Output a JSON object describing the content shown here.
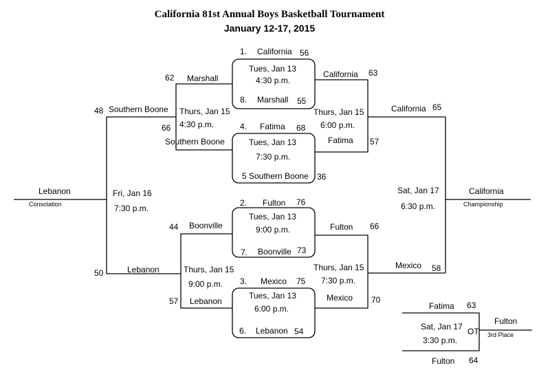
{
  "header": {
    "title": "California 81st Annual Boys Basketball Tournament",
    "dates": "January 12-17, 2015"
  },
  "first_round": [
    {
      "top_label": "1.",
      "top_team": "California",
      "top_score": "56",
      "day": "Tues, Jan 13",
      "time": "4:30 p.m.",
      "bottom_label": "8.",
      "bottom_team": "Marshall",
      "bottom_score": "55"
    },
    {
      "top_label": "4.",
      "top_team": "Fatima",
      "top_score": "68",
      "day": "Tues, Jan 13",
      "time": "7:30 p.m.",
      "bottom_label": "5",
      "bottom_team": "Southern Boone",
      "bottom_score": "36"
    },
    {
      "top_label": "2.",
      "top_team": "Fulton",
      "top_score": "76",
      "day": "Tues, Jan 13",
      "time": "9:00 p.m.",
      "bottom_label": "7.",
      "bottom_team": "Boonville",
      "bottom_score": "73"
    },
    {
      "top_label": "3.",
      "top_team": "Mexico",
      "top_score": "75",
      "day": "Tues, Jan 13",
      "time": "6:00 p.m.",
      "bottom_label": "6.",
      "bottom_team": "Lebanon",
      "bottom_score": "54"
    }
  ],
  "winners_semis": [
    {
      "top_team": "California",
      "top_score": "63",
      "day": "Thurs, Jan 15",
      "time": "6:00 p.m.",
      "bottom_team": "Fatima",
      "bottom_score": "57"
    },
    {
      "top_team": "Fulton",
      "top_score": "66",
      "day": "Thurs, Jan 15",
      "time": "7:30 p.m.",
      "bottom_team": "Mexico",
      "bottom_score": "70"
    }
  ],
  "consolation_semis": [
    {
      "top_team": "Marshall",
      "top_score": "62",
      "day": "Thurs, Jan 15",
      "time": "4:30 p.m.",
      "bottom_team": "Southern Boone",
      "bottom_score": "66"
    },
    {
      "top_team": "Boonville",
      "top_score": "44",
      "day": "Thurs, Jan 15",
      "time": "9:00 p.m.",
      "bottom_team": "Lebanon",
      "bottom_score": "57"
    }
  ],
  "consolation_final": {
    "top_team": "Southern Boone",
    "top_score": "48",
    "day": "Fri, Jan 16",
    "time": "7:30 p.m.",
    "bottom_team": "Lebanon",
    "bottom_score": "50",
    "winner": "Lebanon",
    "label": "Consolation"
  },
  "championship": {
    "top_team": "California",
    "top_score": "65",
    "day": "Sat, Jan 17",
    "time": "6:30 p.m.",
    "bottom_team": "Mexico",
    "bottom_score": "58",
    "winner": "California",
    "label": "Championship"
  },
  "third_place": {
    "top_team": "Fatima",
    "top_score": "63",
    "day": "Sat, Jan 17",
    "time": "3:30 p.m.",
    "overtime": "OT",
    "bottom_team": "Fulton",
    "bottom_score": "64",
    "winner": "Fulton",
    "label": "3rd Place"
  }
}
